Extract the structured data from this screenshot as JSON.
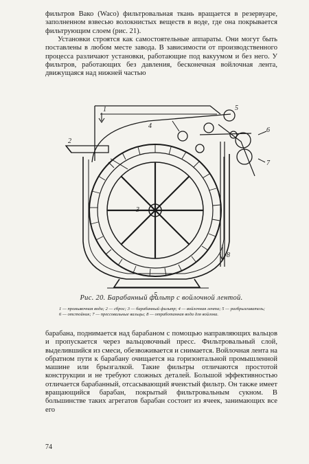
{
  "text": {
    "para1": "фильтров Вако (Waco) фильтровальная ткань вращается в резервуаре, заполненном взвесью волокнистых веществ в воде, где она покрывается фильтрующим слоем (рис. 21).",
    "para2": "Установки строятся как самостоятельные аппараты. Они могут быть поставлены в любом месте завода. В зависимости от производственного процесса различают установки, работающие под вакуумом и без него. У фильтров, работающих без давления, бесконечная войлочная лента, движущаяся над нижней частью",
    "para3": "барабана, поднимается над барабаном с помощью направляющих вальцов и пропускается через вальцовочный пресс. Фильтровальный слой, выделившийся из смеси, обезвоживается и снимается. Войлочная лента на обратном пути к барабану очищается на горизонтальной промышленной машине или брызгалкой. Такие фильтры отличаются простотой конструкции и не требуют сложных деталей. Большой эффективностью отличается барабанный, отсасывающий ячеистый фильтр. Он также имеет вращающийся барабан, покрытый фильтровальным сукном. В большинстве таких агрегатов барабан состоит из ячеек, занимающих все его"
  },
  "figure": {
    "caption": "Рис. 20. Барабанный фильтр с войлочной лентой.",
    "legend": "1 — промывочная вода; 2 — сброс; 3 — барабанный фильтр; 4 — войлочная лента; 5 — разбрызгиватель; 6 — отстойник; 7 — прессовальные вальцы; 8 — отработанная вода для войлока.",
    "labels": [
      "1",
      "2",
      "3",
      "4",
      "5",
      "6",
      "7",
      "8",
      "5"
    ]
  },
  "page_number": "74"
}
